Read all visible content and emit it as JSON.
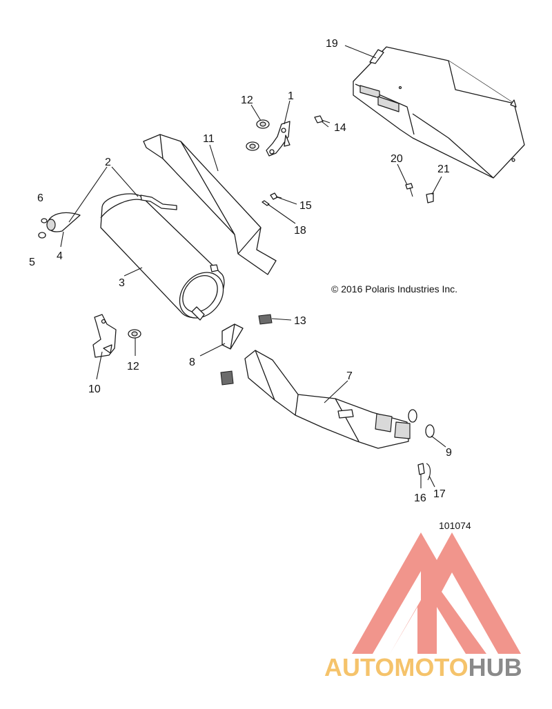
{
  "callouts": [
    "1",
    "2",
    "3",
    "4",
    "5",
    "6",
    "7",
    "8",
    "9",
    "10",
    "11",
    "12",
    "13",
    "14",
    "15",
    "16",
    "17",
    "18",
    "19",
    "20",
    "21"
  ],
  "copyright": "© 2016 Polaris Industries Inc.",
  "reference_number": "101074",
  "watermark": {
    "brand_prefix": "AUTOMOTO",
    "brand_suffix": "HUB",
    "colors": {
      "logo_red": "#f08a80",
      "auto_orange": "#f5c36b",
      "hub_gray": "#8a8a8a"
    }
  }
}
